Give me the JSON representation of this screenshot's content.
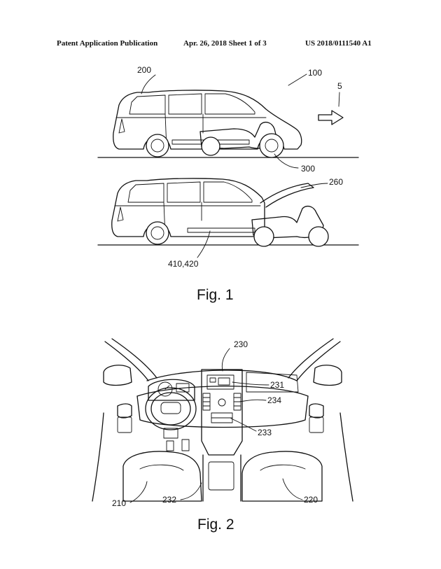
{
  "header": {
    "publication": "Patent Application Publication",
    "date_sheet": "Apr. 26, 2018  Sheet 1 of 3",
    "number": "US 2018/0111540 A1"
  },
  "fig1": {
    "caption": "Fig. 1",
    "labels": {
      "system": "100",
      "car": "200",
      "direction": "5",
      "scooter": "300",
      "hood": "260",
      "rail": "410,420"
    }
  },
  "fig2": {
    "caption": "Fig. 2",
    "labels": {
      "dashboard": "230",
      "display": "231",
      "vent": "234",
      "controls": "233",
      "left_seat": "210",
      "console": "232",
      "right_seat": "220"
    }
  }
}
